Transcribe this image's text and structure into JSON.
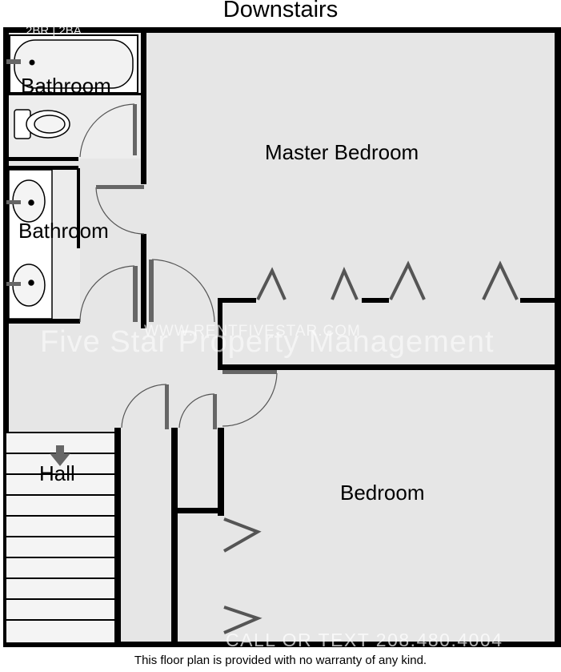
{
  "title": "Downstairs",
  "unit_info": "2BR | 2BA",
  "rooms": {
    "bathroom_upper": "Bathroom",
    "bathroom_lower": "Bathroom",
    "master_bedroom": "Master Bedroom",
    "bedroom": "Bedroom",
    "hall": "Hall"
  },
  "watermark": {
    "company": "Five Star Property Management",
    "website": "WWW.RENTFIVESTAR.COM",
    "phone": "CALL OR TEXT 208.480.4004"
  },
  "disclaimer": "This floor plan is provided with no warranty of any kind.",
  "colors": {
    "floor": "#e6e6e6",
    "wall": "#000000",
    "door_panel": "#666666",
    "stairs_arrow": "#666666"
  }
}
